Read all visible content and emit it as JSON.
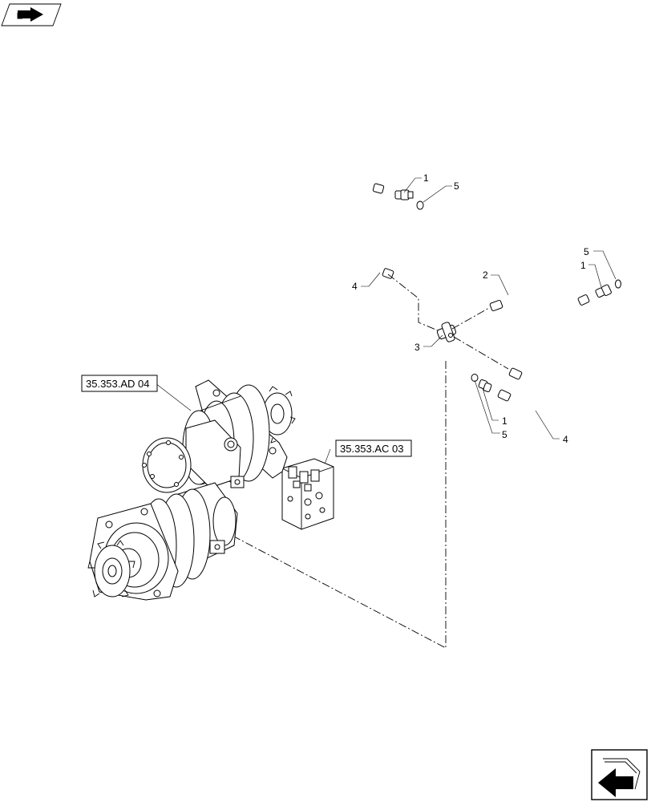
{
  "references": {
    "motor_ref": "35.353.AD 04",
    "valve_ref": "35.353.AC 03"
  },
  "callouts": [
    {
      "id": "c1a",
      "text": "1"
    },
    {
      "id": "c5a",
      "text": "5"
    },
    {
      "id": "c5b",
      "text": "5"
    },
    {
      "id": "c1b",
      "text": "1"
    },
    {
      "id": "c2",
      "text": "2"
    },
    {
      "id": "c4a",
      "text": "4"
    },
    {
      "id": "c3",
      "text": "3"
    },
    {
      "id": "c1c",
      "text": "1"
    },
    {
      "id": "c5c",
      "text": "5"
    },
    {
      "id": "c4b",
      "text": "4"
    }
  ],
  "icons": {
    "top_nav": "next-page-arrow-icon",
    "bottom_nav": "previous-page-arrow-icon"
  }
}
